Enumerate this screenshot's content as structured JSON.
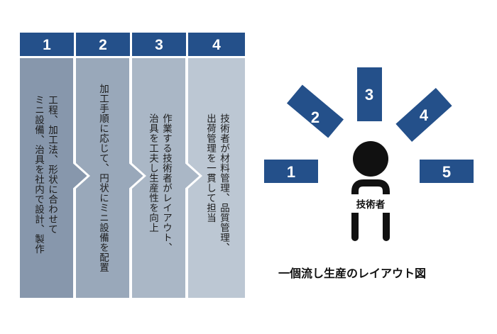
{
  "steps": [
    {
      "number": "1",
      "lines": [
        "工程、加工法、形状に合わせて",
        "ミニ設備、治具を社内で設計、製作"
      ]
    },
    {
      "number": "2",
      "lines": [
        "加工手順に応じて、円状にミニ設備を配置"
      ]
    },
    {
      "number": "3",
      "lines": [
        "作業する技術者がレイアウト、",
        "治具を工夫し生産性を向上"
      ]
    },
    {
      "number": "4",
      "lines": [
        "技術者が材料管理、品質管理、",
        "出荷管理を一貫して担当"
      ]
    }
  ],
  "layout_figure": {
    "stations": [
      "1",
      "2",
      "3",
      "4",
      "5"
    ],
    "person_label": "技術者",
    "caption": "一個流し生産のレイアウト図"
  },
  "colors": {
    "header": "#24508a",
    "column1": "#8797ac",
    "column2": "#99a8ba",
    "column3": "#aab7c6",
    "column4": "#bcc7d3",
    "station": "#24508a",
    "person": "#111111"
  }
}
